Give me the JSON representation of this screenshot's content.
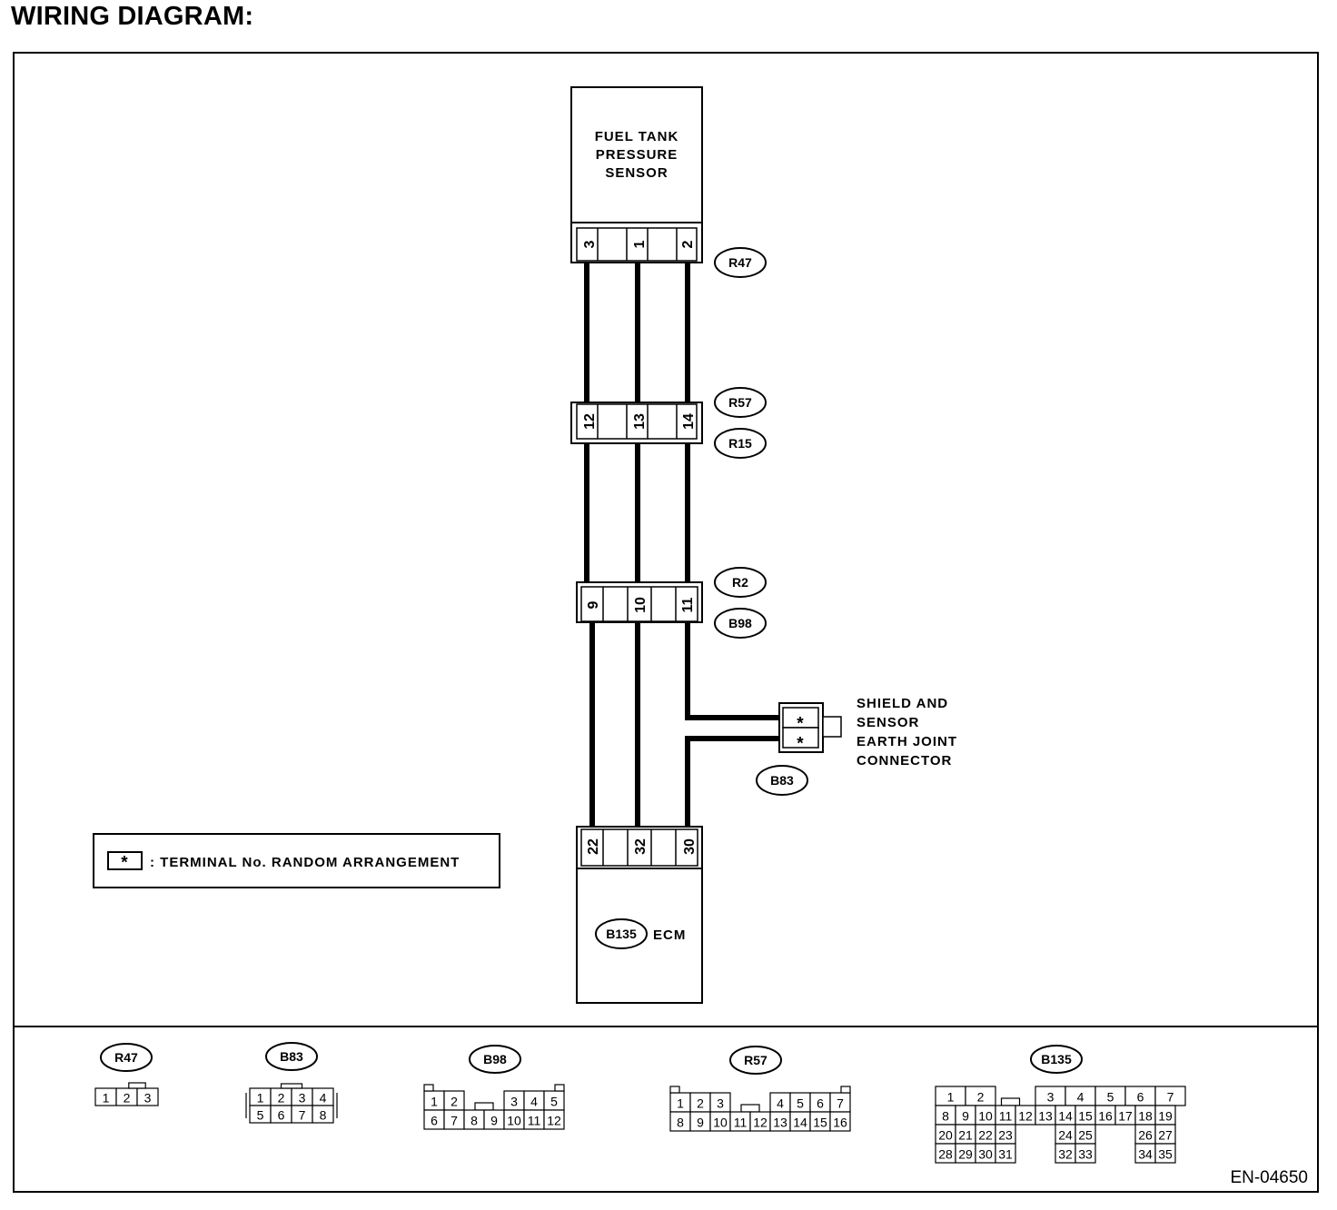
{
  "title": "WIRING DIAGRAM:",
  "sensor_label": [
    "FUEL TANK",
    "PRESSURE",
    "SENSOR"
  ],
  "ecm": {
    "connector": "B135",
    "label": "ECM"
  },
  "connector_tags": {
    "r47": "R47",
    "r57": "R57",
    "r15": "R15",
    "r2": "R2",
    "b98": "B98",
    "b83": "B83"
  },
  "pins": {
    "r47": [
      "3",
      "1",
      "2"
    ],
    "r57": [
      "12",
      "13",
      "14"
    ],
    "r2": [
      "9",
      "10",
      "11"
    ],
    "b135": [
      "22",
      "32",
      "30"
    ],
    "joint": [
      "*",
      "*"
    ]
  },
  "joint_label": [
    "SHIELD AND",
    "SENSOR",
    "EARTH JOINT",
    "CONNECTOR"
  ],
  "legend": {
    "symbol": "*",
    "text": ": TERMINAL No. RANDOM ARRANGEMENT"
  },
  "face_views": {
    "r47": {
      "name": "R47",
      "rows": [
        [
          "1",
          "2",
          "3"
        ]
      ]
    },
    "b83": {
      "name": "B83",
      "rows": [
        [
          "1",
          "2",
          "3",
          "4"
        ],
        [
          "5",
          "6",
          "7",
          "8"
        ]
      ]
    },
    "b98": {
      "name": "B98",
      "rows": [
        [
          "1",
          "2",
          "",
          "3",
          "4",
          "5"
        ],
        [
          "6",
          "7",
          "8",
          "9",
          "10",
          "11",
          "12"
        ]
      ]
    },
    "r57": {
      "name": "R57",
      "rows": [
        [
          "1",
          "2",
          "3",
          "",
          "4",
          "5",
          "6",
          "7"
        ],
        [
          "8",
          "9",
          "10",
          "11",
          "12",
          "13",
          "14",
          "15",
          "16"
        ]
      ]
    },
    "b135": {
      "name": "B135",
      "rows": [
        [
          "1",
          "2",
          "",
          "3",
          "4",
          "5",
          "6",
          "7"
        ],
        [
          "8",
          "9",
          "10",
          "11",
          "12",
          "13",
          "14",
          "15",
          "16",
          "17",
          "18",
          "19"
        ],
        [
          "20",
          "21",
          "22",
          "23",
          "24",
          "25",
          "26",
          "27"
        ],
        [
          "28",
          "29",
          "30",
          "31",
          "32",
          "33",
          "34",
          "35"
        ]
      ]
    }
  },
  "doc_id": "EN-04650"
}
